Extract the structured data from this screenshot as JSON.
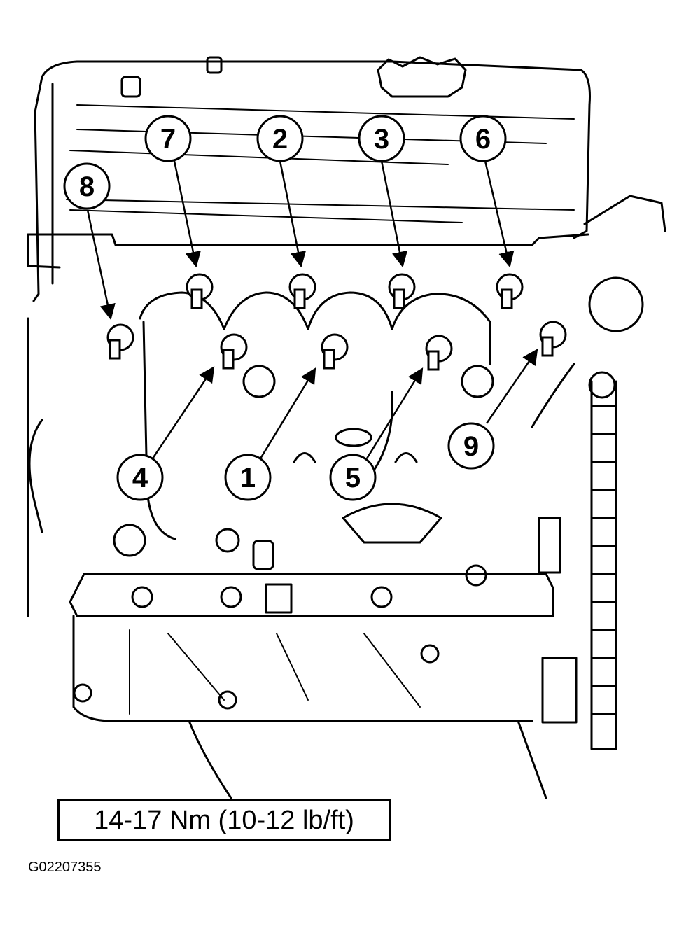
{
  "callouts": [
    "7",
    "2",
    "3",
    "6",
    "8",
    "4",
    "1",
    "5",
    "9"
  ],
  "torque_spec": "14-17 Nm (10-12 lb/ft)",
  "figure_id": "G02207355"
}
